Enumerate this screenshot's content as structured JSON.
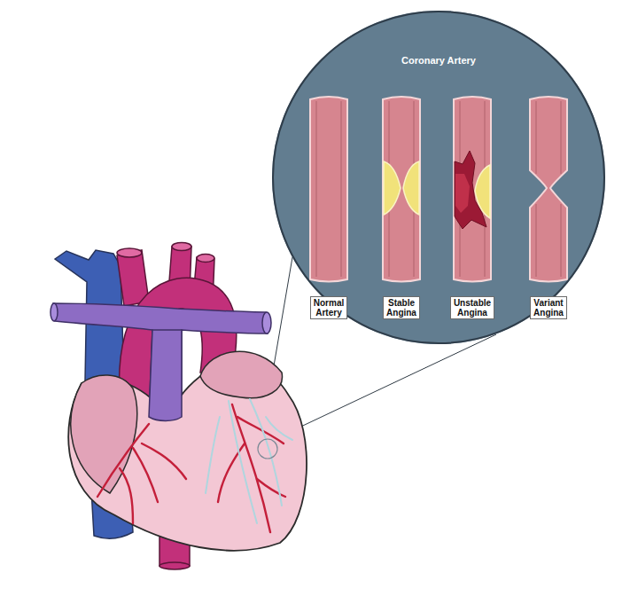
{
  "diagram": {
    "nodes": [
      {
        "text": [
          "Coronary Artery"
        ]
      },
      {
        "text": [
          "Normal Artery"
        ],
        "in": 0
      },
      {
        "text": [
          "Stable Angina"
        ],
        "in": 0
      },
      {
        "text": [
          "Unstable Angina"
        ],
        "in": 0
      },
      {
        "text": [
          "Variant Angina"
        ],
        "in": 0
      }
    ]
  }
}
